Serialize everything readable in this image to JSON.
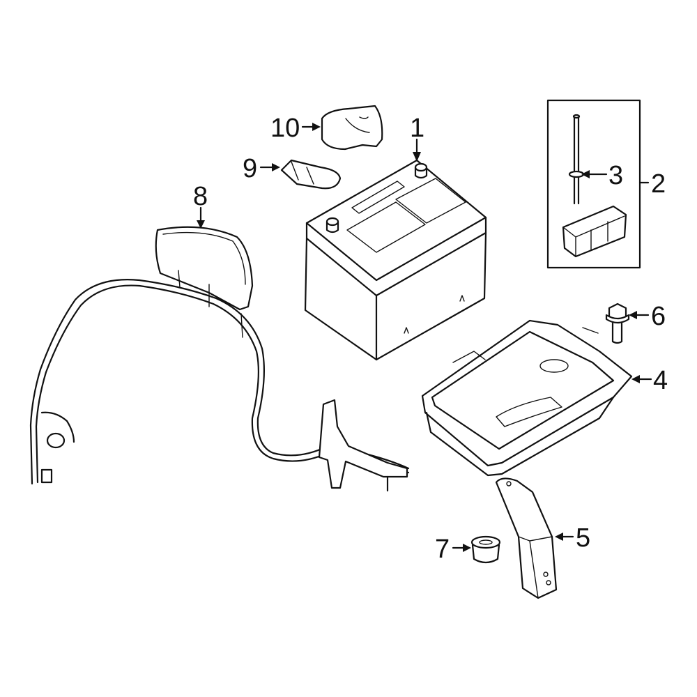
{
  "callouts": [
    {
      "id": "1",
      "text": "1"
    },
    {
      "id": "2",
      "text": "2"
    },
    {
      "id": "3",
      "text": "3"
    },
    {
      "id": "4",
      "text": "4"
    },
    {
      "id": "5",
      "text": "5"
    },
    {
      "id": "6",
      "text": "6"
    },
    {
      "id": "7",
      "text": "7"
    },
    {
      "id": "8",
      "text": "8"
    },
    {
      "id": "9",
      "text": "9"
    },
    {
      "id": "10",
      "text": "10"
    }
  ],
  "colors": {
    "line": "#111111",
    "background": "#ffffff"
  }
}
